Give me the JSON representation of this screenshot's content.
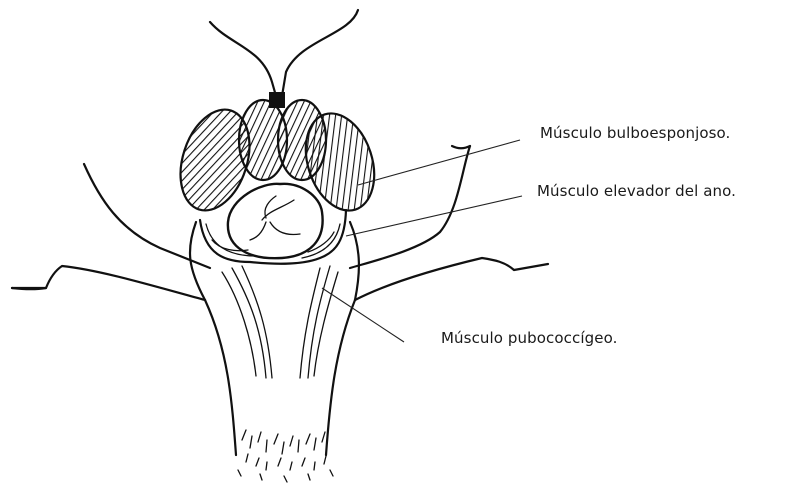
{
  "labels": {
    "bulboesponjoso": "Músculo bulboesponjoso.",
    "elevador": "Músculo elevador del ano.",
    "pubococcigeo": "Músculo pubococcígeo."
  }
}
